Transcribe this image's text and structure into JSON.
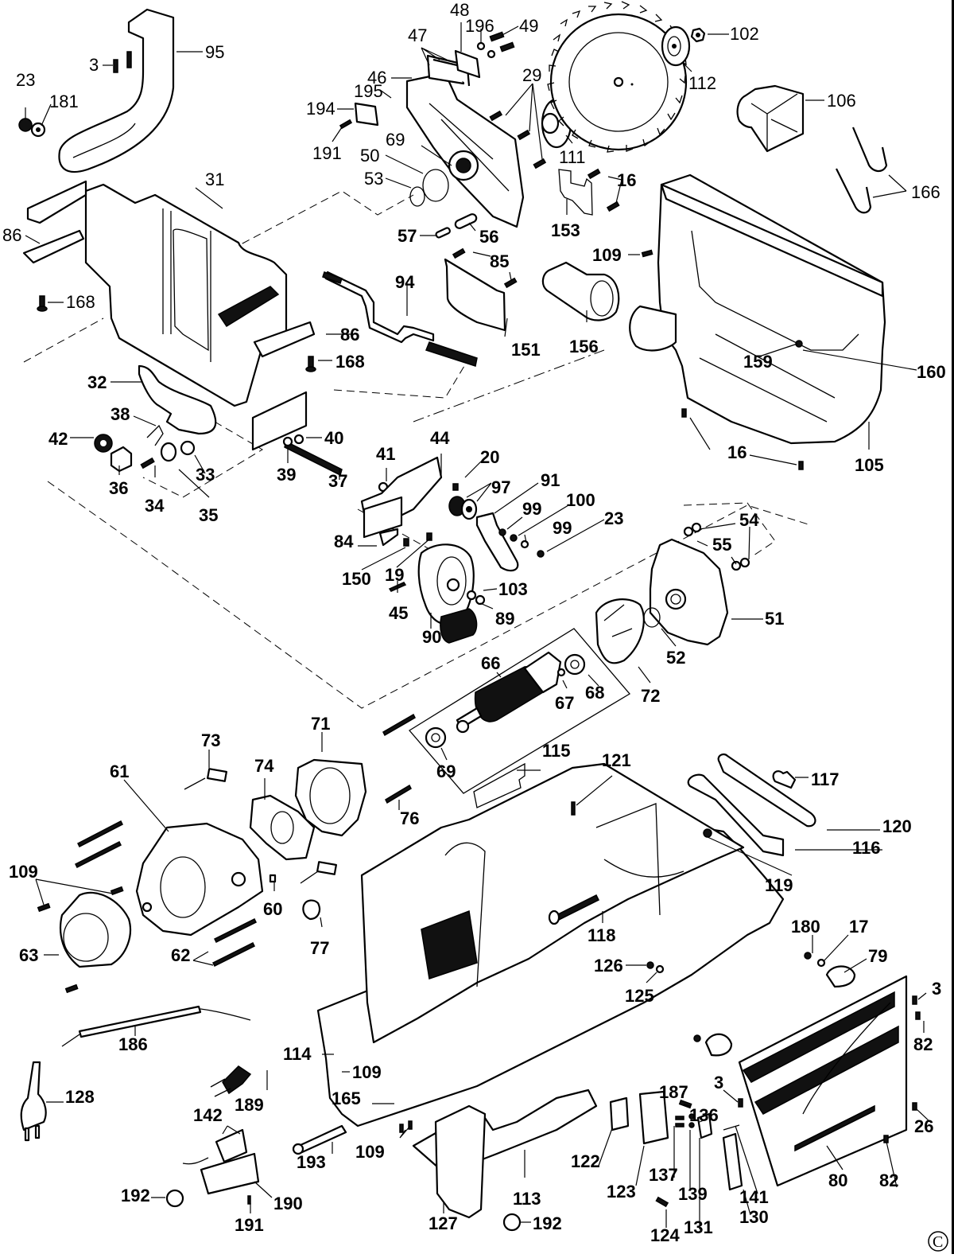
{
  "diagram": {
    "title": "Table saw exploded parts diagram",
    "copyright_symbol": "©",
    "labels": [
      {
        "id": "95",
        "text": "95"
      },
      {
        "id": "3a",
        "text": "3"
      },
      {
        "id": "23a",
        "text": "23"
      },
      {
        "id": "181",
        "text": "181"
      },
      {
        "id": "31",
        "text": "31"
      },
      {
        "id": "86a",
        "text": "86"
      },
      {
        "id": "168a",
        "text": "168"
      },
      {
        "id": "48",
        "text": "48"
      },
      {
        "id": "196",
        "text": "196"
      },
      {
        "id": "49",
        "text": "49"
      },
      {
        "id": "47",
        "text": "47"
      },
      {
        "id": "46",
        "text": "46"
      },
      {
        "id": "195",
        "text": "195"
      },
      {
        "id": "194",
        "text": "194"
      },
      {
        "id": "191a",
        "text": "191"
      },
      {
        "id": "29",
        "text": "29"
      },
      {
        "id": "69a",
        "text": "69"
      },
      {
        "id": "50",
        "text": "50"
      },
      {
        "id": "53",
        "text": "53"
      },
      {
        "id": "57",
        "text": "57"
      },
      {
        "id": "56",
        "text": "56"
      },
      {
        "id": "111",
        "text": "111"
      },
      {
        "id": "16a",
        "text": "16"
      },
      {
        "id": "153",
        "text": "153"
      },
      {
        "id": "102",
        "text": "102"
      },
      {
        "id": "112",
        "text": "112"
      },
      {
        "id": "106",
        "text": "106"
      },
      {
        "id": "166",
        "text": "166"
      },
      {
        "id": "109a",
        "text": "109"
      },
      {
        "id": "85",
        "text": "85"
      },
      {
        "id": "94",
        "text": "94"
      },
      {
        "id": "86b",
        "text": "86"
      },
      {
        "id": "168b",
        "text": "168"
      },
      {
        "id": "151",
        "text": "151"
      },
      {
        "id": "156",
        "text": "156"
      },
      {
        "id": "159",
        "text": "159"
      },
      {
        "id": "160",
        "text": "160"
      },
      {
        "id": "16b",
        "text": "16"
      },
      {
        "id": "105",
        "text": "105"
      },
      {
        "id": "32",
        "text": "32"
      },
      {
        "id": "38",
        "text": "38"
      },
      {
        "id": "42",
        "text": "42"
      },
      {
        "id": "36",
        "text": "36"
      },
      {
        "id": "34",
        "text": "34"
      },
      {
        "id": "35",
        "text": "35"
      },
      {
        "id": "33",
        "text": "33"
      },
      {
        "id": "39",
        "text": "39"
      },
      {
        "id": "40",
        "text": "40"
      },
      {
        "id": "37",
        "text": "37"
      },
      {
        "id": "41",
        "text": "41"
      },
      {
        "id": "44",
        "text": "44"
      },
      {
        "id": "20",
        "text": "20"
      },
      {
        "id": "97",
        "text": "97"
      },
      {
        "id": "91",
        "text": "91"
      },
      {
        "id": "99a",
        "text": "99"
      },
      {
        "id": "100",
        "text": "100"
      },
      {
        "id": "99b",
        "text": "99"
      },
      {
        "id": "23b",
        "text": "23"
      },
      {
        "id": "84",
        "text": "84"
      },
      {
        "id": "150",
        "text": "150"
      },
      {
        "id": "19",
        "text": "19"
      },
      {
        "id": "45",
        "text": "45"
      },
      {
        "id": "90",
        "text": "90"
      },
      {
        "id": "103",
        "text": "103"
      },
      {
        "id": "89",
        "text": "89"
      },
      {
        "id": "54",
        "text": "54"
      },
      {
        "id": "55",
        "text": "55"
      },
      {
        "id": "51",
        "text": "51"
      },
      {
        "id": "52",
        "text": "52"
      },
      {
        "id": "72",
        "text": "72"
      },
      {
        "id": "66",
        "text": "66"
      },
      {
        "id": "67",
        "text": "67"
      },
      {
        "id": "68",
        "text": "68"
      },
      {
        "id": "69b",
        "text": "69"
      },
      {
        "id": "73",
        "text": "73"
      },
      {
        "id": "71",
        "text": "71"
      },
      {
        "id": "74",
        "text": "74"
      },
      {
        "id": "61",
        "text": "61"
      },
      {
        "id": "76",
        "text": "76"
      },
      {
        "id": "115",
        "text": "115"
      },
      {
        "id": "121",
        "text": "121"
      },
      {
        "id": "117",
        "text": "117"
      },
      {
        "id": "120",
        "text": "120"
      },
      {
        "id": "116",
        "text": "116"
      },
      {
        "id": "119",
        "text": "119"
      },
      {
        "id": "109b",
        "text": "109"
      },
      {
        "id": "60",
        "text": "60"
      },
      {
        "id": "77",
        "text": "77"
      },
      {
        "id": "63",
        "text": "63"
      },
      {
        "id": "62",
        "text": "62"
      },
      {
        "id": "118",
        "text": "118"
      },
      {
        "id": "180",
        "text": "180"
      },
      {
        "id": "17",
        "text": "17"
      },
      {
        "id": "79",
        "text": "79"
      },
      {
        "id": "126",
        "text": "126"
      },
      {
        "id": "125",
        "text": "125"
      },
      {
        "id": "3b",
        "text": "3"
      },
      {
        "id": "82a",
        "text": "82"
      },
      {
        "id": "186",
        "text": "186"
      },
      {
        "id": "114",
        "text": "114"
      },
      {
        "id": "109c",
        "text": "109"
      },
      {
        "id": "128",
        "text": "128"
      },
      {
        "id": "189",
        "text": "189"
      },
      {
        "id": "165",
        "text": "165"
      },
      {
        "id": "142",
        "text": "142"
      },
      {
        "id": "193",
        "text": "193"
      },
      {
        "id": "109d",
        "text": "109"
      },
      {
        "id": "187",
        "text": "187"
      },
      {
        "id": "136",
        "text": "136"
      },
      {
        "id": "3c",
        "text": "3"
      },
      {
        "id": "26",
        "text": "26"
      },
      {
        "id": "122",
        "text": "122"
      },
      {
        "id": "123",
        "text": "123"
      },
      {
        "id": "137",
        "text": "137"
      },
      {
        "id": "139",
        "text": "139"
      },
      {
        "id": "141",
        "text": "141"
      },
      {
        "id": "80",
        "text": "80"
      },
      {
        "id": "82b",
        "text": "82"
      },
      {
        "id": "113",
        "text": "113"
      },
      {
        "id": "192a",
        "text": "192"
      },
      {
        "id": "190",
        "text": "190"
      },
      {
        "id": "191b",
        "text": "191"
      },
      {
        "id": "127",
        "text": "127"
      },
      {
        "id": "192b",
        "text": "192"
      },
      {
        "id": "124",
        "text": "124"
      },
      {
        "id": "131",
        "text": "131"
      },
      {
        "id": "130",
        "text": "130"
      }
    ]
  }
}
